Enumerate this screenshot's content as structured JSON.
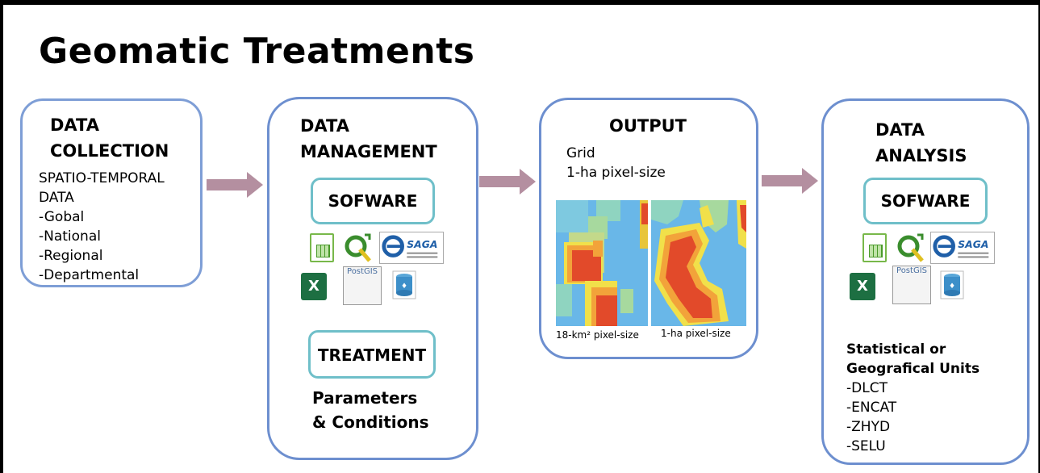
{
  "title": "Geomatic Treatments",
  "collection": {
    "heading_1": "DATA",
    "heading_2": "COLLECTION",
    "lines": [
      "SPATIO-TEMPORAL",
      "DATA",
      "-Gobal",
      "-National",
      "-Regional",
      "-Departmental"
    ]
  },
  "management": {
    "heading_1": "DATA",
    "heading_2": "MANAGEMENT",
    "software_label": "SOFWARE",
    "treatment_label": "TREATMENT",
    "params_1": "Parameters",
    "params_2": "& Conditions"
  },
  "output": {
    "heading": "OUTPUT",
    "line_1": "Grid",
    "line_2": "1-ha pixel-size",
    "caption_left": "18-km² pixel-size",
    "caption_right": "1-ha pixel-size"
  },
  "analysis": {
    "heading_1": "DATA",
    "heading_2": "ANALYSIS",
    "software_label": "SOFWARE",
    "units_1": "Statistical or",
    "units_2": "Geografical Units",
    "units": [
      "-DLCT",
      "-ENCAT",
      "-ZHYD",
      "-SELU"
    ]
  },
  "icons": {
    "saga_text": "SAGA",
    "postgis_text": "PostGIS",
    "excel_text": "X"
  },
  "colors": {
    "box_border": "#6d8fcf",
    "software_border": "#6fbfc9",
    "arrow": "#b48fa0"
  }
}
